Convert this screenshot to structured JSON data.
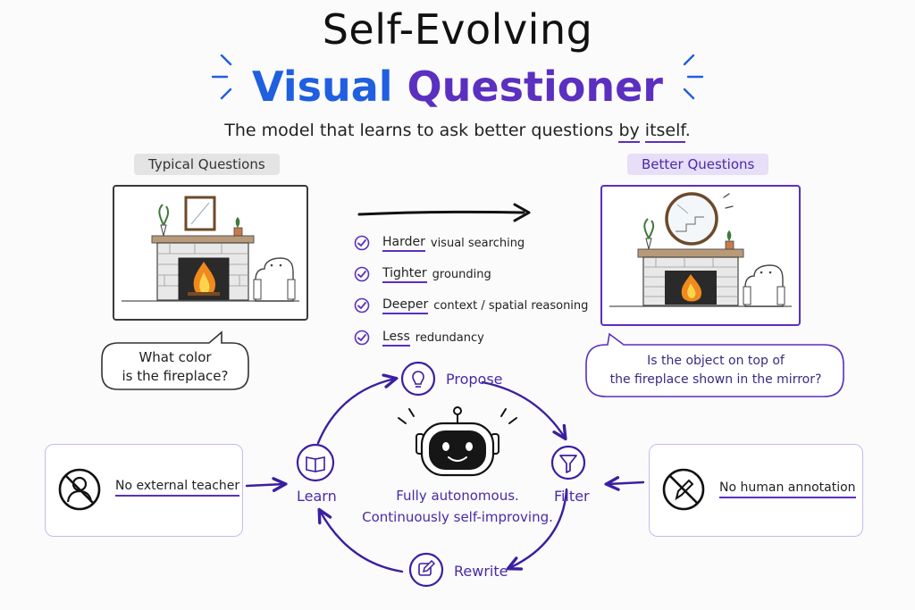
{
  "header": {
    "title_line1": "Self-Evolving",
    "title_word1": "Visual",
    "title_word2": "Questioner",
    "subtitle_pre": "The model that learns to ask better questions ",
    "subtitle_em1": "by",
    "subtitle_mid": " ",
    "subtitle_em2": "itself",
    "subtitle_end": "."
  },
  "left_panel": {
    "label": "Typical Questions",
    "question_line1": "What color",
    "question_line2": "is the fireplace?"
  },
  "right_panel": {
    "label": "Better Questions",
    "question_line1": "Is the object on top of",
    "question_line2": "the fireplace shown in the mirror?"
  },
  "improvements": [
    {
      "em": "Harder",
      "rest": "visual searching"
    },
    {
      "em": "Tighter",
      "rest": "grounding"
    },
    {
      "em": "Deeper",
      "rest": "context / spatial reasoning"
    },
    {
      "em": "Less",
      "rest": "redundancy"
    }
  ],
  "cycle": {
    "propose": "Propose",
    "filter": "Filter",
    "rewrite": "Rewrite",
    "learn": "Learn",
    "center_line1": "Fully autonomous.",
    "center_line2": "Continuously self-improving."
  },
  "side_cards": {
    "left": "No external teacher",
    "right": "No human annotation"
  },
  "colors": {
    "purple": "#5b2fc0",
    "blue": "#1f5fe0",
    "flame": "#f08a1c"
  },
  "icons": [
    "lightbulb-icon",
    "funnel-icon",
    "edit-icon",
    "book-icon",
    "robot-icon",
    "no-person-icon",
    "no-pencil-icon",
    "check-circle-icon"
  ]
}
